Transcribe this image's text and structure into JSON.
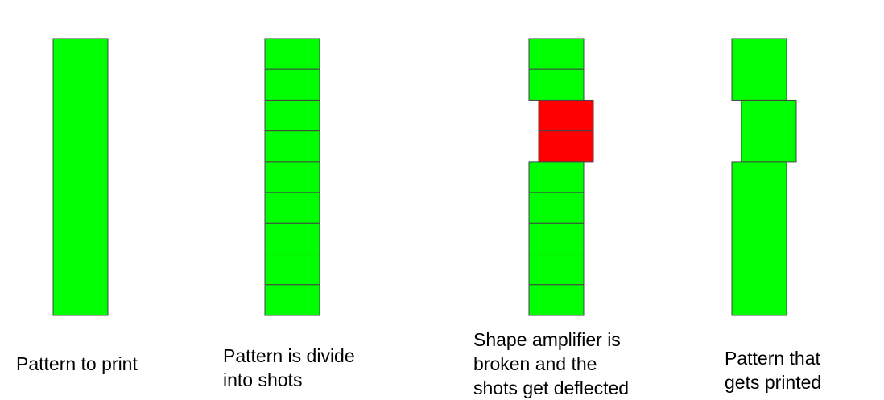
{
  "colors": {
    "ok_shot": "#00ff00",
    "deflected_shot": "#ff0000",
    "outline": "#444444",
    "background": "#ffffff"
  },
  "panels": [
    {
      "id": "pattern-to-print",
      "caption_lines": [
        "Pattern to print"
      ],
      "segments": [
        {
          "kind": "whole",
          "shots": 9,
          "color": "ok_shot"
        }
      ]
    },
    {
      "id": "divided-into-shots",
      "caption_lines": [
        "Pattern is divide",
        "into shots"
      ],
      "segments": [
        {
          "kind": "shots",
          "shots": 9,
          "color": "ok_shot"
        }
      ]
    },
    {
      "id": "deflected-shots",
      "caption_lines": [
        "Shape amplifier is",
        "broken and the",
        "shots get deflected"
      ],
      "segments": [
        {
          "kind": "shots",
          "shots": 2,
          "color": "ok_shot"
        },
        {
          "kind": "shots",
          "shots": 2,
          "color": "deflected_shot",
          "deflected": true
        },
        {
          "kind": "shots",
          "shots": 5,
          "color": "ok_shot"
        }
      ]
    },
    {
      "id": "printed-pattern",
      "caption_lines": [
        "Pattern that",
        "gets printed"
      ],
      "segments": [
        {
          "kind": "whole",
          "shots": 2,
          "color": "ok_shot"
        },
        {
          "kind": "whole",
          "shots": 2,
          "color": "ok_shot",
          "deflected": true
        },
        {
          "kind": "whole",
          "shots": 5,
          "color": "ok_shot"
        }
      ]
    }
  ]
}
